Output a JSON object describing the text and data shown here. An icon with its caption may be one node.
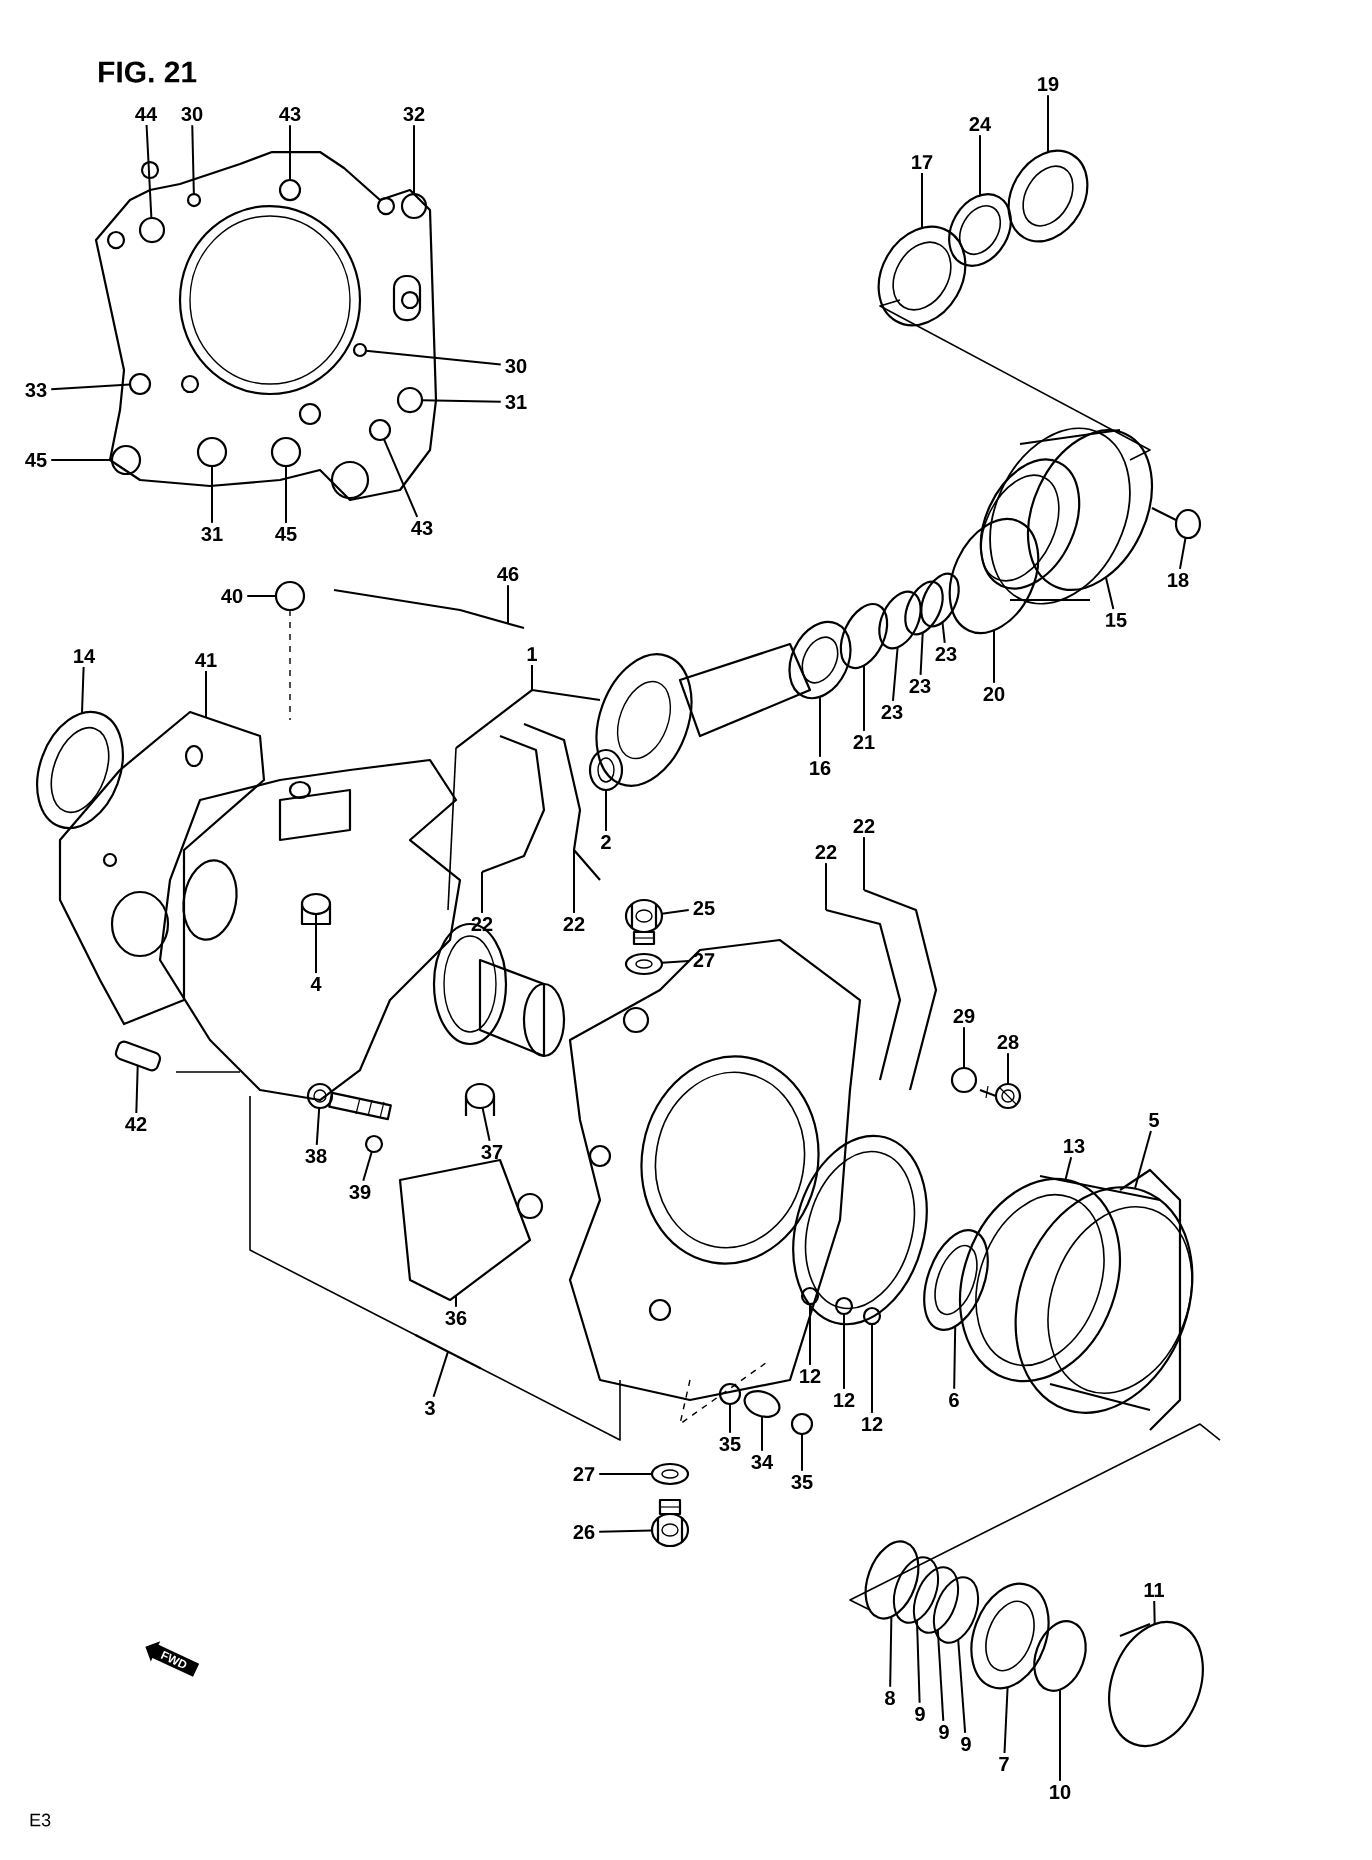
{
  "diagram": {
    "nodes": [
      {
        "text": [
          "44"
        ]
      },
      {
        "text": [
          "30"
        ]
      },
      {
        "text": [
          "43"
        ]
      },
      {
        "text": [
          "32"
        ]
      },
      {
        "text": [
          "30"
        ]
      },
      {
        "text": [
          "31"
        ]
      },
      {
        "text": [
          "33"
        ]
      },
      {
        "text": [
          "45"
        ]
      },
      {
        "text": [
          "31"
        ]
      },
      {
        "text": [
          "45"
        ]
      },
      {
        "text": [
          "43"
        ]
      },
      {
        "text": [
          "19"
        ]
      },
      {
        "text": [
          "24"
        ]
      },
      {
        "text": [
          "17"
        ]
      },
      {
        "text": [
          "40"
        ]
      },
      {
        "text": [
          "46"
        ]
      },
      {
        "text": [
          "18"
        ]
      },
      {
        "text": [
          "15"
        ]
      },
      {
        "text": [
          "14"
        ]
      },
      {
        "text": [
          "41"
        ]
      },
      {
        "text": [
          "1"
        ]
      },
      {
        "text": [
          "23"
        ]
      },
      {
        "text": [
          "23"
        ]
      },
      {
        "text": [
          "20"
        ]
      },
      {
        "text": [
          "23"
        ]
      },
      {
        "text": [
          "21"
        ]
      },
      {
        "text": [
          "16"
        ]
      },
      {
        "text": [
          "2"
        ]
      },
      {
        "text": [
          "22"
        ]
      },
      {
        "text": [
          "22"
        ]
      },
      {
        "text": [
          "22"
        ]
      },
      {
        "text": [
          "22"
        ]
      },
      {
        "text": [
          "25"
        ]
      },
      {
        "text": [
          "27"
        ]
      },
      {
        "text": [
          "4"
        ]
      },
      {
        "text": [
          "29"
        ]
      },
      {
        "text": [
          "28"
        ]
      },
      {
        "text": [
          "5"
        ]
      },
      {
        "text": [
          "42"
        ]
      },
      {
        "text": [
          "13"
        ]
      },
      {
        "text": [
          "38"
        ]
      },
      {
        "text": [
          "37"
        ]
      },
      {
        "text": [
          "39"
        ]
      },
      {
        "text": [
          "36"
        ]
      },
      {
        "text": [
          "12"
        ]
      },
      {
        "text": [
          "12"
        ]
      },
      {
        "text": [
          "6"
        ]
      },
      {
        "text": [
          "12"
        ]
      },
      {
        "text": [
          "3"
        ]
      },
      {
        "text": [
          "35"
        ]
      },
      {
        "text": [
          "34"
        ]
      },
      {
        "text": [
          "35"
        ]
      },
      {
        "text": [
          "27"
        ]
      },
      {
        "text": [
          "26"
        ]
      },
      {
        "text": [
          "11"
        ]
      },
      {
        "text": [
          "8"
        ]
      },
      {
        "text": [
          "9"
        ]
      },
      {
        "text": [
          "9"
        ]
      },
      {
        "text": [
          "9"
        ]
      },
      {
        "text": [
          "7"
        ]
      },
      {
        "text": [
          "10"
        ]
      },
      {
        "text": [],
        "shape": "circle"
      },
      {
        "text": [],
        "shape": "circle"
      },
      {
        "text": [],
        "shape": "circle"
      },
      {
        "text": [],
        "shape": "circle"
      },
      {
        "text": [],
        "shape": "circle"
      },
      {
        "text": [],
        "shape": "circle"
      },
      {
        "text": [],
        "shape": "circle"
      },
      {
        "text": [],
        "shape": "circle"
      },
      {
        "text": [],
        "shape": "circle"
      },
      {
        "text": [],
        "shape": "circle"
      },
      {
        "text": [],
        "shape": "circle"
      },
      {
        "text": [],
        "shape": "picture"
      },
      {
        "text": [],
        "shape": "picture"
      },
      {
        "text": [],
        "shape": "picture"
      },
      {
        "text": [],
        "shape": "circle"
      },
      {
        "text": [],
        "shape": "picture"
      },
      {
        "text": [],
        "shape": "picture"
      },
      {
        "text": [],
        "shape": "picture"
      },
      {
        "text": [],
        "shape": "picture"
      },
      {
        "text": [],
        "shape": "picture"
      },
      {
        "text": [],
        "shape": "picture"
      },
      {
        "text": [],
        "shape": "picture"
      },
      {
        "text": [],
        "shape": "picture"
      },
      {
        "text": [],
        "shape": "picture"
      },
      {
        "text": [],
        "shape": "picture"
      },
      {
        "text": [],
        "shape": "picture"
      },
      {
        "text": [],
        "shape": "picture"
      },
      {
        "text": [],
        "shape": "picture"
      },
      {
        "text": [],
        "shape": "picture"
      },
      {
        "text": [],
        "shape": "picture"
      },
      {
        "text": [],
        "shape": "picture"
      },
      {
        "text": [],
        "shape": "picture"
      },
      {
        "text": [],
        "shape": "picture"
      },
      {
        "text": [],
        "shape": "picture"
      },
      {
        "text": [],
        "shape": "picture"
      },
      {
        "text": [],
        "shape": "circle"
      },
      {
        "text": [],
        "shape": "picture"
      },
      {
        "text": [],
        "shape": "picture"
      },
      {
        "text": [],
        "shape": "picture"
      },
      {
        "text": [],
        "shape": "picture"
      },
      {
        "text": [],
        "shape": "picture"
      },
      {
        "text": [],
        "shape": "picture"
      },
      {
        "text": [],
        "shape": "circle"
      },
      {
        "text": [],
        "shape": "picture"
      },
      {
        "text": [],
        "shape": "circle"
      },
      {
        "text": [],
        "shape": "circle"
      },
      {
        "text": [],
        "shape": "picture"
      },
      {
        "text": [],
        "shape": "circle"
      },
      {
        "text": [],
        "shape": "picture"
      },
      {
        "text": [],
        "shape": "circle"
      },
      {
        "text": [],
        "shape": "picture"
      },
      {
        "text": [],
        "shape": "circle"
      },
      {
        "text": [],
        "shape": "picture"
      },
      {
        "text": [],
        "shape": "picture"
      },
      {
        "text": [],
        "shape": "picture"
      },
      {
        "text": [],
        "shape": "picture"
      },
      {
        "text": [],
        "shape": "picture"
      },
      {
        "text": [],
        "shape": "picture"
      },
      {
        "text": [],
        "shape": "picture"
      },
      {
        "text": [],
        "shape": "picture"
      },
      {
        "text": [],
        "shape": "picture"
      }
    ],
    "edges": [
      {
        "from": 0,
        "to": 61,
        "arrow": "none"
      },
      {
        "from": 1,
        "to": 62,
        "arrow": "none"
      },
      {
        "from": 2,
        "to": 63,
        "arrow": "none"
      },
      {
        "from": 3,
        "to": 64,
        "arrow": "none"
      },
      {
        "from": 4,
        "to": 65,
        "arrow": "none"
      },
      {
        "from": 5,
        "to": 66,
        "arrow": "none"
      },
      {
        "from": 6,
        "to": 67,
        "arrow": "none"
      },
      {
        "from": 7,
        "to": 68,
        "arrow": "none"
      },
      {
        "from": 8,
        "to": 69,
        "arrow": "none"
      },
      {
        "from": 9,
        "to": 70,
        "arrow": "none"
      },
      {
        "from": 10,
        "to": 71,
        "arrow": "none"
      },
      {
        "from": 11,
        "to": 72,
        "arrow": "none"
      },
      {
        "from": 12,
        "to": 73,
        "arrow": "none"
      },
      {
        "from": 13,
        "to": 74,
        "arrow": "none"
      },
      {
        "from": 14,
        "to": 75,
        "arrow": "none"
      },
      {
        "from": 15,
        "to": 76,
        "arrow": "none"
      },
      {
        "from": 16,
        "to": 77,
        "arrow": "none"
      },
      {
        "from": 17,
        "to": 78,
        "arrow": "none"
      },
      {
        "from": 18,
        "to": 79,
        "arrow": "none"
      },
      {
        "from": 19,
        "to": 80,
        "arrow": "none"
      },
      {
        "from": 20,
        "to": 81,
        "arrow": "none"
      },
      {
        "from": 21,
        "to": 82,
        "arrow": "none"
      },
      {
        "from": 22,
        "to": 83,
        "arrow": "none"
      },
      {
        "from": 23,
        "to": 84,
        "arrow": "none"
      },
      {
        "from": 24,
        "to": 85,
        "arrow": "none"
      },
      {
        "from": 25,
        "to": 86,
        "arrow": "none"
      },
      {
        "from": 26,
        "to": 87,
        "arrow": "none"
      },
      {
        "from": 27,
        "to": 88,
        "arrow": "none"
      },
      {
        "from": 28,
        "to": 89,
        "arrow": "none"
      },
      {
        "from": 29,
        "to": 90,
        "arrow": "none"
      },
      {
        "from": 30,
        "to": 91,
        "arrow": "none"
      },
      {
        "from": 31,
        "to": 92,
        "arrow": "none"
      },
      {
        "from": 32,
        "to": 93,
        "arrow": "none"
      },
      {
        "from": 33,
        "to": 94,
        "arrow": "none"
      },
      {
        "from": 34,
        "to": 95,
        "arrow": "none"
      },
      {
        "from": 35,
        "to": 96,
        "arrow": "none"
      },
      {
        "from": 36,
        "to": 97,
        "arrow": "none"
      },
      {
        "from": 37,
        "to": 98,
        "arrow": "none"
      },
      {
        "from": 38,
        "to": 99,
        "arrow": "none"
      },
      {
        "from": 39,
        "to": 100,
        "arrow": "none"
      },
      {
        "from": 40,
        "to": 101,
        "arrow": "none"
      },
      {
        "from": 41,
        "to": 102,
        "arrow": "none"
      },
      {
        "from": 42,
        "to": 103,
        "arrow": "none"
      },
      {
        "from": 43,
        "to": 104,
        "arrow": "none"
      },
      {
        "from": 44,
        "to": 105,
        "arrow": "none"
      },
      {
        "from": 45,
        "to": 106,
        "arrow": "none"
      },
      {
        "from": 46,
        "to": 107,
        "arrow": "none"
      },
      {
        "from": 47,
        "to": 108,
        "arrow": "none"
      },
      {
        "from": 48,
        "to": 109,
        "arrow": "none"
      },
      {
        "from": 49,
        "to": 110,
        "arrow": "none"
      },
      {
        "from": 50,
        "to": 111,
        "arrow": "none"
      },
      {
        "from": 51,
        "to": 112,
        "arrow": "none"
      },
      {
        "from": 52,
        "to": 113,
        "arrow": "none"
      },
      {
        "from": 53,
        "to": 114,
        "arrow": "none"
      },
      {
        "from": 54,
        "to": 115,
        "arrow": "none"
      },
      {
        "from": 55,
        "to": 116,
        "arrow": "none"
      },
      {
        "from": 56,
        "to": 117,
        "arrow": "none"
      },
      {
        "from": 57,
        "to": 118,
        "arrow": "none"
      },
      {
        "from": 58,
        "to": 119,
        "arrow": "none"
      },
      {
        "from": 59,
        "to": 120,
        "arrow": "none"
      },
      {
        "from": 60,
        "to": 121,
        "arrow": "none"
      }
    ],
    "labels": [
      "FIG. 21",
      "FWD",
      "E3"
    ]
  }
}
